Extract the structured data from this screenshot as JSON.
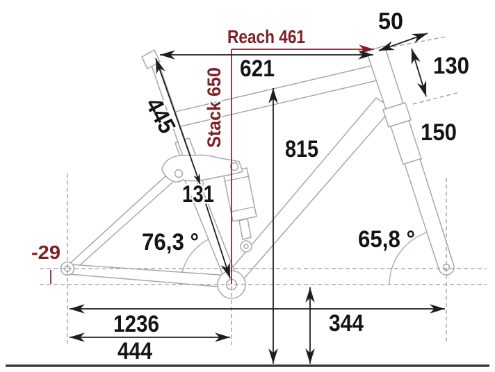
{
  "diagram": {
    "dimensions": {
      "reach_label": "Reach 461",
      "stack_label": "Stack 650",
      "stem_length": "50",
      "head_tube_length": "130",
      "top_tube_length": "621",
      "seat_tube_length": "445",
      "standover_height": "815",
      "fork_travel": "150",
      "shock_travel": "131",
      "seat_tube_angle": "76,3 °",
      "head_tube_angle": "65,8 °",
      "bb_drop": "-29",
      "wheelbase": "1236",
      "chainstay_length": "444",
      "bb_height": "344"
    },
    "colors": {
      "dimension_black": "#1d1d1d",
      "accent_red": "#7d2025",
      "frame_gray": "#a8a8a8",
      "dashed_gray": "#9a9a9a",
      "angle_arc_gray": "#a4b7c1",
      "ground_line": "#3a3a3a",
      "background": "#ffffff"
    }
  }
}
